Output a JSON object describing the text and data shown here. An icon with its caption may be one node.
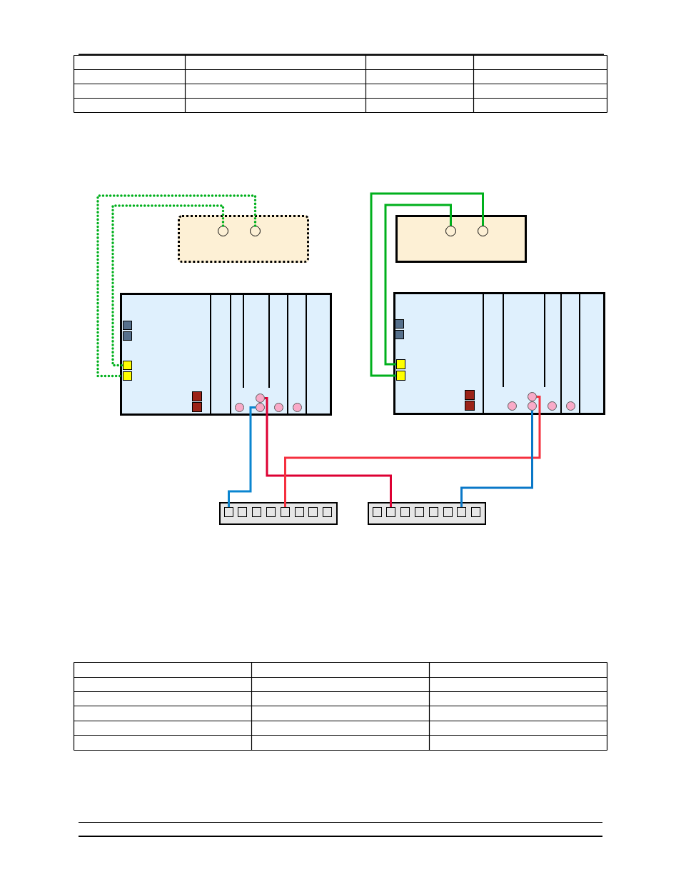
{
  "diagram": {
    "nodes": [
      {
        "text": [],
        "shape": "box"
      },
      {
        "text": [],
        "shape": "circle",
        "in": 0
      },
      {
        "text": [],
        "shape": "circle",
        "in": 0
      },
      {
        "text": [],
        "shape": "box"
      },
      {
        "text": [],
        "shape": "circle",
        "in": 3
      },
      {
        "text": [],
        "shape": "circle",
        "in": 3
      },
      {
        "text": [],
        "shape": "box"
      },
      {
        "text": [],
        "shape": "box",
        "in": 6
      },
      {
        "text": [],
        "shape": "box",
        "in": 6
      },
      {
        "text": [],
        "shape": "circle",
        "in": 6
      },
      {
        "text": [],
        "shape": "circle",
        "in": 6
      },
      {
        "text": [],
        "shape": "box"
      },
      {
        "text": [],
        "shape": "box",
        "in": 11
      },
      {
        "text": [],
        "shape": "box",
        "in": 11
      },
      {
        "text": [],
        "shape": "circle",
        "in": 11
      },
      {
        "text": [],
        "shape": "circle",
        "in": 11
      },
      {
        "text": [],
        "shape": "box"
      },
      {
        "text": [],
        "shape": "box",
        "in": 16
      },
      {
        "text": [],
        "shape": "box",
        "in": 16
      },
      {
        "text": [],
        "shape": "box"
      },
      {
        "text": [],
        "shape": "box",
        "in": 19
      },
      {
        "text": [],
        "shape": "box",
        "in": 19
      },
      {
        "text": [],
        "shape": "circle",
        "in": 6
      },
      {
        "text": [],
        "shape": "circle",
        "in": 6
      },
      {
        "text": [],
        "shape": "circle",
        "in": 6
      },
      {
        "text": [],
        "shape": "circle",
        "in": 11
      },
      {
        "text": [],
        "shape": "circle",
        "in": 11
      },
      {
        "text": [],
        "shape": "circle",
        "in": 11
      },
      {
        "text": [],
        "shape": "box",
        "in": 16
      },
      {
        "text": [],
        "shape": "box",
        "in": 16
      },
      {
        "text": [],
        "shape": "box",
        "in": 16
      },
      {
        "text": [],
        "shape": "box",
        "in": 16
      },
      {
        "text": [],
        "shape": "box",
        "in": 16
      },
      {
        "text": [],
        "shape": "box",
        "in": 16
      },
      {
        "text": [],
        "shape": "box",
        "in": 19
      },
      {
        "text": [],
        "shape": "box",
        "in": 19
      },
      {
        "text": [],
        "shape": "box",
        "in": 19
      },
      {
        "text": [],
        "shape": "box",
        "in": 19
      },
      {
        "text": [],
        "shape": "box",
        "in": 19
      },
      {
        "text": [],
        "shape": "box",
        "in": 19
      },
      {
        "text": [],
        "shape": "box",
        "in": 6
      },
      {
        "text": [],
        "shape": "box",
        "in": 6
      },
      {
        "text": [],
        "shape": "box",
        "in": 11
      },
      {
        "text": [],
        "shape": "box",
        "in": 11
      },
      {
        "text": [],
        "shape": "box",
        "in": 6
      },
      {
        "text": [],
        "shape": "box",
        "in": 6
      },
      {
        "text": [],
        "shape": "box",
        "in": 11
      },
      {
        "text": [],
        "shape": "box",
        "in": 11
      }
    ],
    "edges": [
      {
        "from": 1,
        "to": 7,
        "arrow": "none",
        "style": "dashed"
      },
      {
        "from": 2,
        "to": 8,
        "arrow": "none",
        "style": "dashed"
      },
      {
        "from": 4,
        "to": 12,
        "arrow": "none"
      },
      {
        "from": 5,
        "to": 13,
        "arrow": "none"
      },
      {
        "from": 10,
        "to": 17,
        "arrow": "none",
        "color": "#0a85d0"
      },
      {
        "from": 9,
        "to": 20,
        "arrow": "none",
        "color": "#dd0033"
      },
      {
        "from": 14,
        "to": 18,
        "arrow": "none",
        "color": "#f5303f"
      },
      {
        "from": 15,
        "to": 21,
        "arrow": "none",
        "color": "#0a78c8"
      }
    ]
  }
}
